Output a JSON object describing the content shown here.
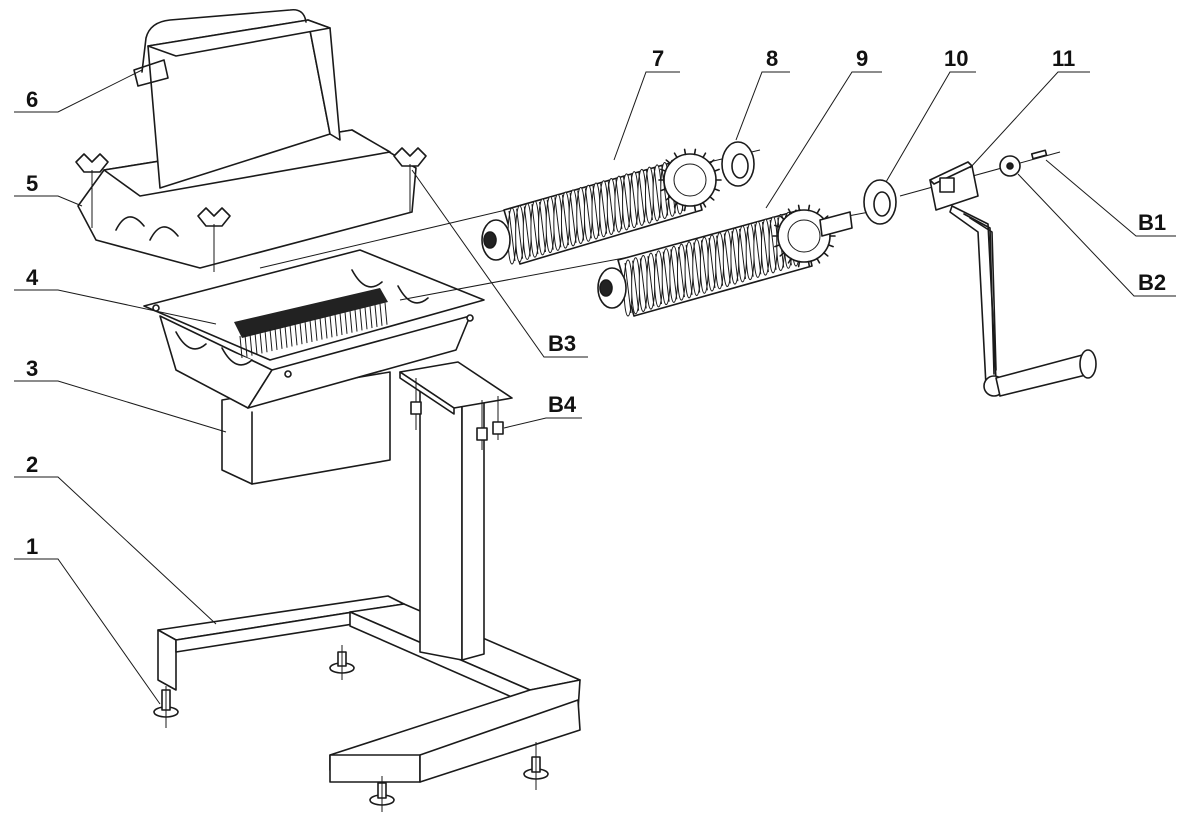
{
  "diagram": {
    "labels": {
      "l1": "1",
      "l2": "2",
      "l3": "3",
      "l4": "4",
      "l5": "5",
      "l6": "6",
      "l7": "7",
      "l8": "8",
      "l9": "9",
      "l10": "10",
      "l11": "11",
      "b1": "B1",
      "b2": "B2",
      "b3": "B3",
      "b4": "B4"
    }
  }
}
